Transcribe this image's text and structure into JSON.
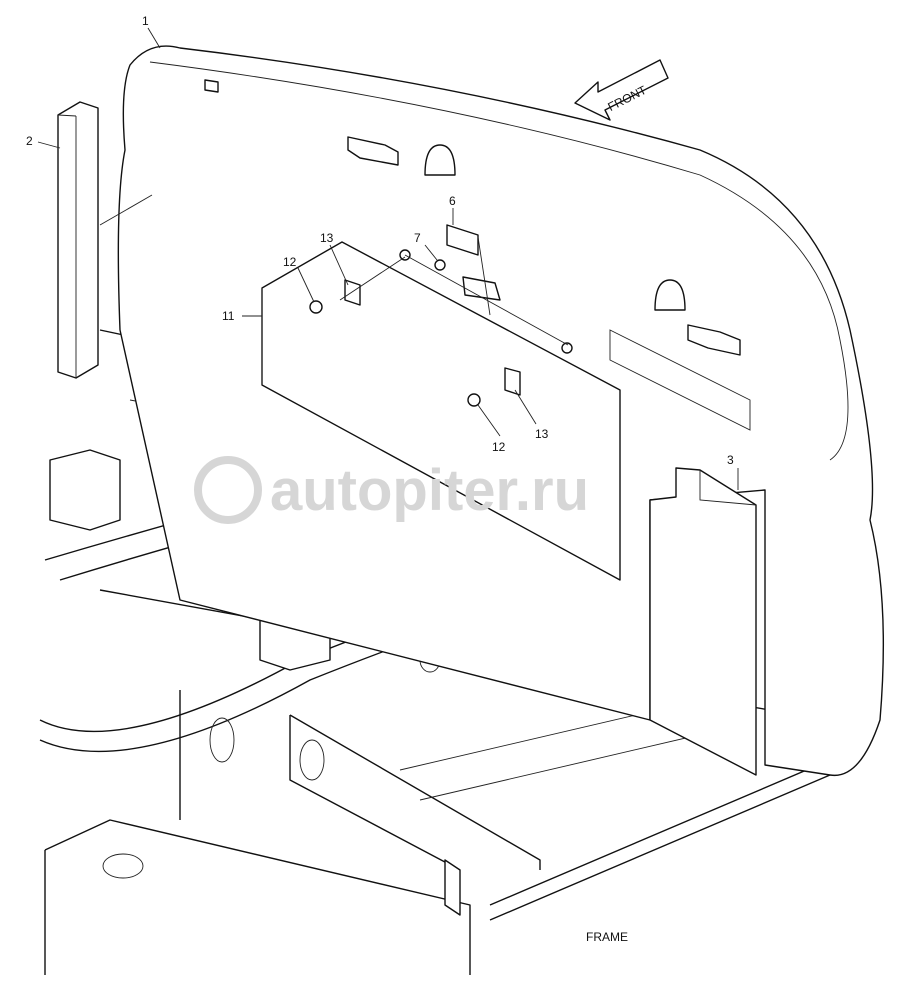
{
  "diagram": {
    "title": "FRAME",
    "direction_arrow": "FRONT",
    "watermark": "autopiter.ru",
    "callouts": [
      {
        "id": "c1",
        "text": "1"
      },
      {
        "id": "c2",
        "text": "2"
      },
      {
        "id": "c3",
        "text": "3"
      },
      {
        "id": "c6",
        "text": "6"
      },
      {
        "id": "c7",
        "text": "7"
      },
      {
        "id": "c11",
        "text": "11"
      },
      {
        "id": "c12a",
        "text": "12"
      },
      {
        "id": "c13a",
        "text": "13"
      },
      {
        "id": "c12b",
        "text": "12"
      },
      {
        "id": "c13b",
        "text": "13"
      }
    ]
  }
}
